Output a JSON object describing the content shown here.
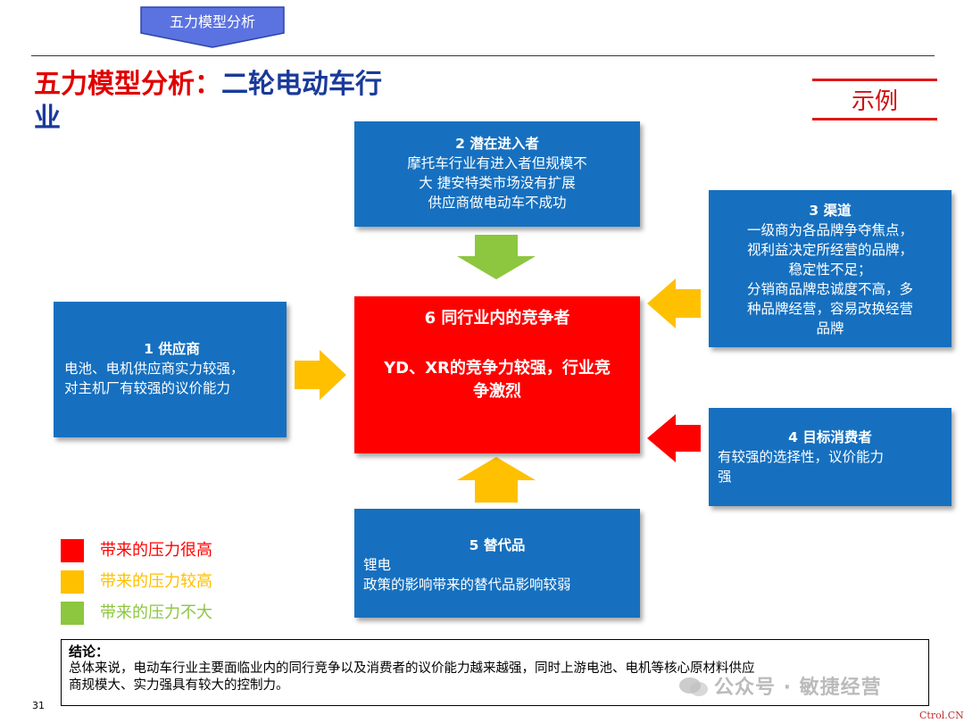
{
  "tab": {
    "label": "五力模型分析"
  },
  "title": {
    "part1": "五力模型分析：",
    "part2": "二轮电动车行",
    "part3": "业"
  },
  "example_label": "示例",
  "forces": {
    "entrant": {
      "num": "2",
      "name": "潜在进入者",
      "lines": [
        "摩托车行业有进入者但规模不",
        "大 捷安特类市场没有扩展",
        "供应商做电动车不成功"
      ]
    },
    "supplier": {
      "num": "1",
      "name": "供应商",
      "lines": [
        "电池、电机供应商实力较强，",
        "对主机厂有较强的议价能力"
      ]
    },
    "channel": {
      "num": "3",
      "name": "渠道",
      "lines": [
        "一级商为各品牌争夺焦点，",
        "视利益决定所经营的品牌，",
        "稳定性不足；",
        "分销商品牌忠诚度不高，多",
        "种品牌经营，容易改换经营",
        "品牌"
      ]
    },
    "competitor": {
      "num": "6",
      "name": "同行业内的竞争者",
      "lines": [
        "YD、XR的竞争力较强，行业竞",
        "争激烈"
      ]
    },
    "consumer": {
      "num": "4",
      "name": "目标消费者",
      "lines": [
        "有较强的选择性，议价能力",
        "强"
      ]
    },
    "substitute": {
      "num": "5",
      "name": "替代品",
      "lines": [
        "锂电",
        "政策的影响带来的替代品影响较弱"
      ]
    }
  },
  "legend": [
    {
      "label": "带来的压力很高",
      "color": "#ff0000"
    },
    {
      "label": "带来的压力较高",
      "color": "#ffc000"
    },
    {
      "label": "带来的压力不大",
      "color": "#8dc63f"
    }
  ],
  "conclusion": {
    "heading": "结论：",
    "lines": [
      "总体来说，电动车行业主要面临业内的同行竞争以及消费者的议价能力越来越强，同时上游电池、电机等核心原材料供应",
      "商规模大、实力强具有较大的控制力。"
    ]
  },
  "page_number": "31",
  "watermark": "公众号 · 敏捷经营",
  "watermark2": "Ctrol.CN",
  "colors": {
    "box_blue": "#1670bf",
    "center_red": "#ff0000",
    "arrow_green": "#8dc63f",
    "arrow_yellow": "#ffc000",
    "arrow_red": "#ff0000"
  }
}
